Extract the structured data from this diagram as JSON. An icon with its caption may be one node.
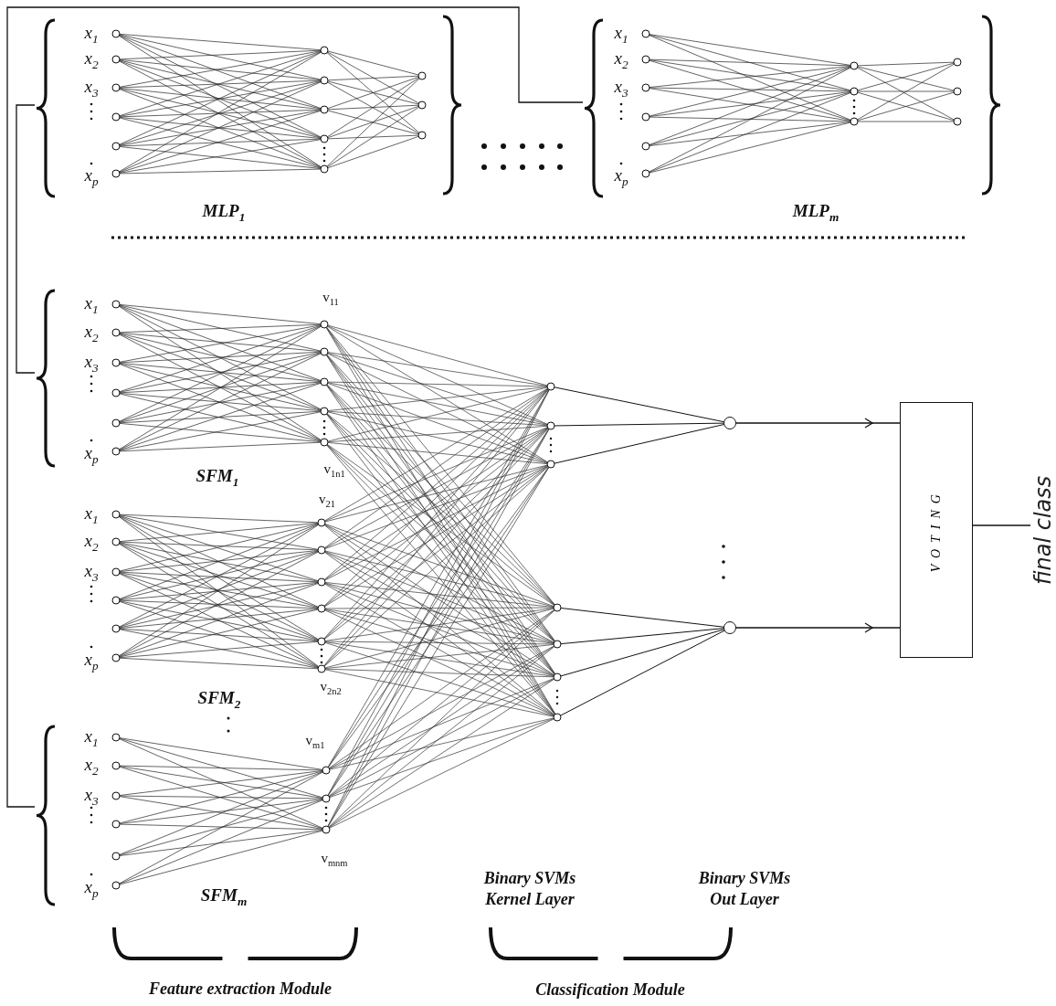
{
  "diagram": {
    "nodes": [
      {
        "text": [
          "x$_{1}$",
          "x$_{2}$",
          "x$_{3}$",
          "x$_{p}$",
          "MLP$_{1}$"
        ]
      },
      {
        "text": [
          "x$_{1}$",
          "x$_{2}$",
          "x$_{3}$",
          "x$_{p}$",
          "MLP$_{m}$"
        ]
      },
      {
        "text": [
          "x$_{1}$",
          "x$_{2}$",
          "x$_{3}$",
          "x$_{p}$",
          "v$_{11}$",
          "v$_{1n1}$",
          "SFM$_{1}$"
        ]
      },
      {
        "text": [
          "x$_{1}$",
          "x$_{2}$",
          "x$_{3}$",
          "x$_{p}$",
          "v$_{21}$",
          "v$_{2n2}$",
          "SFM$_{2}$"
        ]
      },
      {
        "text": [
          "x$_{1}$",
          "x$_{2}$",
          "x$_{3}$",
          "x$_{p}$",
          "v$_{m1}$",
          "v$_{mnm}$",
          "SFM$_{m}$"
        ]
      },
      {
        "text": [],
        "shape": "circle"
      },
      {
        "text": [],
        "shape": "circle"
      },
      {
        "text": [
          "VOTING"
        ]
      },
      {
        "text": [
          "final class"
        ]
      }
    ],
    "edges": [
      {
        "from": 0,
        "to": 2,
        "arrow": "none"
      },
      {
        "from": 1,
        "to": 4,
        "arrow": "none"
      },
      {
        "from": 5,
        "to": 7,
        "arrow": "to"
      },
      {
        "from": 6,
        "to": 7,
        "arrow": "to"
      },
      {
        "from": 7,
        "to": 8,
        "arrow": "none"
      }
    ],
    "labels": [
      "Binary SVMs Kernel Layer",
      "Binary SVMs Out Layer",
      "Feature extraction Module",
      "Classification Module"
    ]
  }
}
